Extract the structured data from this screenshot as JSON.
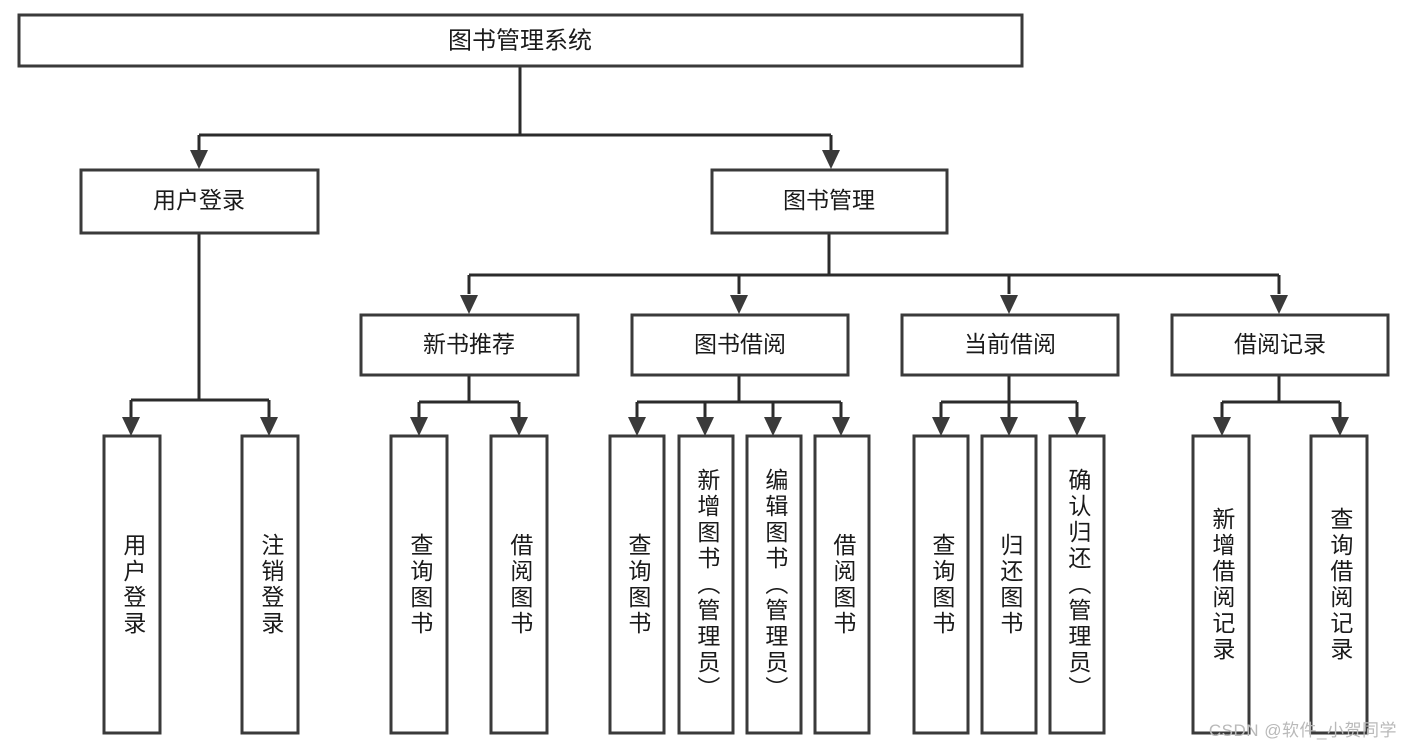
{
  "diagram": {
    "type": "tree-hierarchy-flowchart",
    "title": "图书管理系统",
    "orientation": "top-down",
    "watermark": "CSDN @软件_小贺同学",
    "colors": {
      "background": "#ffffff",
      "box_fill": "#ffffff",
      "box_stroke": "#3a3a3a",
      "connector": "#2b2b2b",
      "text": "#1a1a1a",
      "watermark": "#b9b9b9"
    },
    "levels": [
      {
        "level": 1,
        "nodes": [
          {
            "id": "root",
            "label": "图书管理系统",
            "orientation": "horizontal"
          }
        ]
      },
      {
        "level": 2,
        "nodes": [
          {
            "id": "login",
            "label": "用户登录",
            "orientation": "horizontal",
            "parent": "root"
          },
          {
            "id": "bookmgmt",
            "label": "图书管理",
            "orientation": "horizontal",
            "parent": "root"
          }
        ]
      },
      {
        "level": 3,
        "nodes": [
          {
            "id": "newbook",
            "label": "新书推荐",
            "orientation": "horizontal",
            "parent": "bookmgmt"
          },
          {
            "id": "borrow",
            "label": "图书借阅",
            "orientation": "horizontal",
            "parent": "bookmgmt"
          },
          {
            "id": "current",
            "label": "当前借阅",
            "orientation": "horizontal",
            "parent": "bookmgmt"
          },
          {
            "id": "records",
            "label": "借阅记录",
            "orientation": "horizontal",
            "parent": "bookmgmt"
          }
        ]
      },
      {
        "level": 4,
        "nodes": [
          {
            "id": "leaf1",
            "label": "用户登录",
            "orientation": "vertical",
            "parent": "login"
          },
          {
            "id": "leaf2",
            "label": "注销登录",
            "orientation": "vertical",
            "parent": "login"
          },
          {
            "id": "leaf3",
            "label": "查询图书",
            "orientation": "vertical",
            "parent": "newbook"
          },
          {
            "id": "leaf4",
            "label": "借阅图书",
            "orientation": "vertical",
            "parent": "newbook"
          },
          {
            "id": "leaf5",
            "label": "查询图书",
            "orientation": "vertical",
            "parent": "borrow"
          },
          {
            "id": "leaf6",
            "label": "新增图书（管理员）",
            "orientation": "vertical",
            "parent": "borrow"
          },
          {
            "id": "leaf7",
            "label": "编辑图书（管理员）",
            "orientation": "vertical",
            "parent": "borrow"
          },
          {
            "id": "leaf8",
            "label": "借阅图书",
            "orientation": "vertical",
            "parent": "borrow"
          },
          {
            "id": "leaf9",
            "label": "查询图书",
            "orientation": "vertical",
            "parent": "current"
          },
          {
            "id": "leaf10",
            "label": "归还图书",
            "orientation": "vertical",
            "parent": "current"
          },
          {
            "id": "leaf11",
            "label": "确认归还（管理员）",
            "orientation": "vertical",
            "parent": "current"
          },
          {
            "id": "leaf12",
            "label": "新增借阅记录",
            "orientation": "vertical",
            "parent": "records"
          },
          {
            "id": "leaf13",
            "label": "查询借阅记录",
            "orientation": "vertical",
            "parent": "records"
          }
        ]
      }
    ]
  }
}
